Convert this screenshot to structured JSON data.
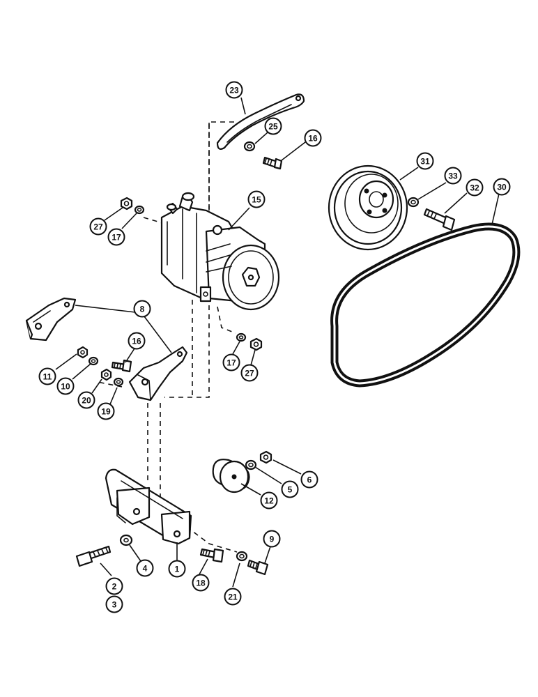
{
  "callouts": [
    {
      "id": "c23",
      "label": "23"
    },
    {
      "id": "c25",
      "label": "25"
    },
    {
      "id": "c16a",
      "label": "16"
    },
    {
      "id": "c31",
      "label": "31"
    },
    {
      "id": "c33",
      "label": "33"
    },
    {
      "id": "c32",
      "label": "32"
    },
    {
      "id": "c30",
      "label": "30"
    },
    {
      "id": "c15",
      "label": "15"
    },
    {
      "id": "c27a",
      "label": "27"
    },
    {
      "id": "c17a",
      "label": "17"
    },
    {
      "id": "c8",
      "label": "8"
    },
    {
      "id": "c16b",
      "label": "16"
    },
    {
      "id": "c11",
      "label": "11"
    },
    {
      "id": "c10",
      "label": "10"
    },
    {
      "id": "c20",
      "label": "20"
    },
    {
      "id": "c19",
      "label": "19"
    },
    {
      "id": "c17b",
      "label": "17"
    },
    {
      "id": "c27b",
      "label": "27"
    },
    {
      "id": "c6",
      "label": "6"
    },
    {
      "id": "c5",
      "label": "5"
    },
    {
      "id": "c12",
      "label": "12"
    },
    {
      "id": "c9",
      "label": "9"
    },
    {
      "id": "c4",
      "label": "4"
    },
    {
      "id": "c1",
      "label": "1"
    },
    {
      "id": "c18",
      "label": "18"
    },
    {
      "id": "c2",
      "label": "2"
    },
    {
      "id": "c3",
      "label": "3"
    },
    {
      "id": "c21",
      "label": "21"
    }
  ]
}
